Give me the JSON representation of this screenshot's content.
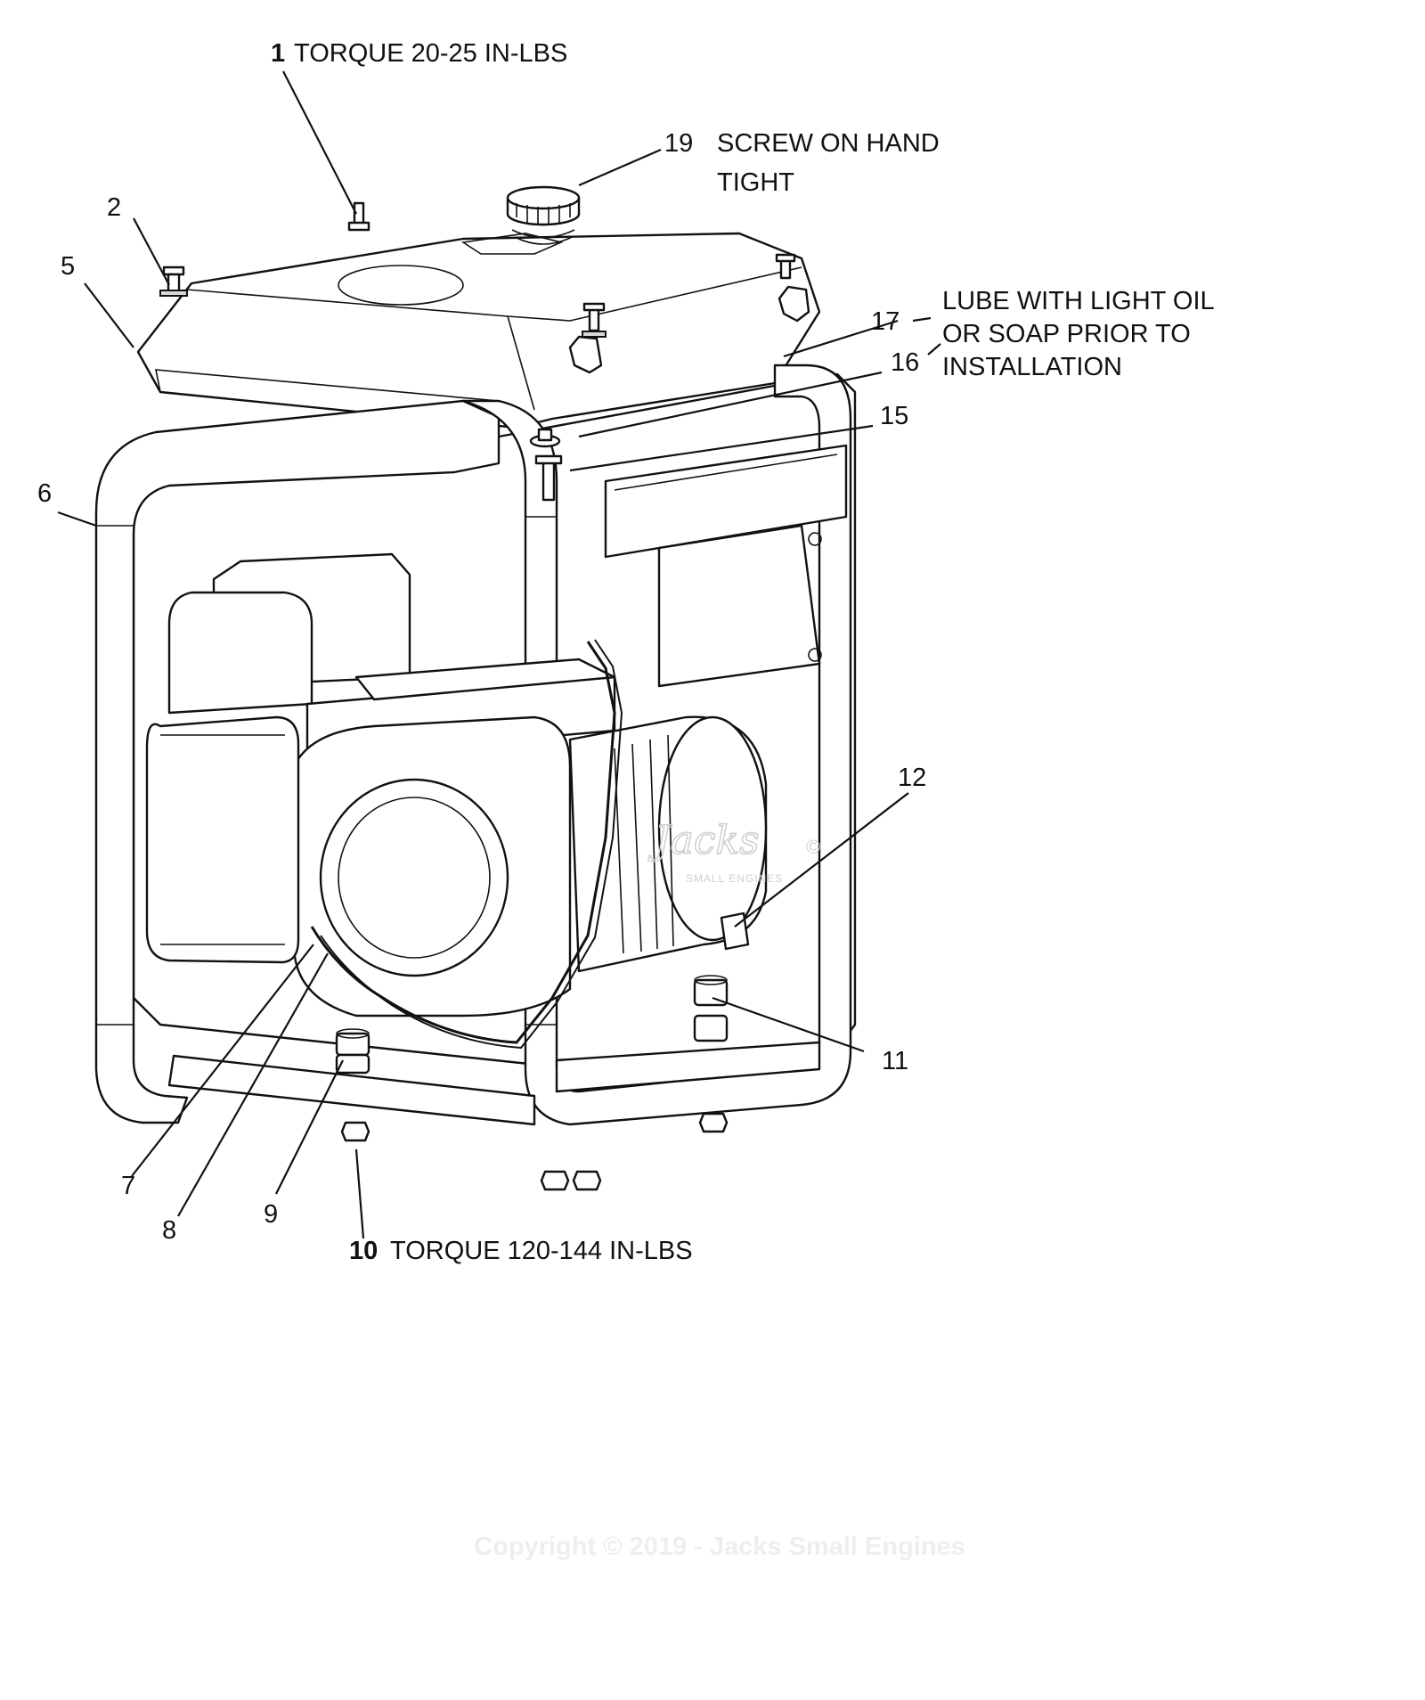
{
  "callouts": [
    {
      "id": "c1",
      "number": "1",
      "note": "TORQUE 20-25 IN-LBS"
    },
    {
      "id": "c2",
      "number": "2",
      "note": ""
    },
    {
      "id": "c5",
      "number": "5",
      "note": ""
    },
    {
      "id": "c6",
      "number": "6",
      "note": ""
    },
    {
      "id": "c7",
      "number": "7",
      "note": ""
    },
    {
      "id": "c8",
      "number": "8",
      "note": ""
    },
    {
      "id": "c9",
      "number": "9",
      "note": ""
    },
    {
      "id": "c10",
      "number": "10",
      "note": "TORQUE 120-144 IN-LBS"
    },
    {
      "id": "c11",
      "number": "11",
      "note": ""
    },
    {
      "id": "c12",
      "number": "12",
      "note": ""
    },
    {
      "id": "c15",
      "number": "15",
      "note": ""
    },
    {
      "id": "c16",
      "number": "16",
      "note": ""
    },
    {
      "id": "c17",
      "number": "17",
      "note": ""
    },
    {
      "id": "c19",
      "number": "19",
      "note": "SCREW ON HAND TIGHT"
    }
  ],
  "shared_note": {
    "line1": "LUBE WITH LIGHT OIL",
    "line2": "OR SOAP PRIOR TO",
    "line3": "INSTALLATION"
  },
  "callout_19_lines": {
    "line1": "SCREW ON HAND",
    "line2": "TIGHT"
  },
  "watermark": {
    "logo_text": "Jacks",
    "sub_text": "SMALL ENGINES",
    "symbol": "©"
  },
  "copyright": "Copyright © 2019 - Jacks Small Engines"
}
